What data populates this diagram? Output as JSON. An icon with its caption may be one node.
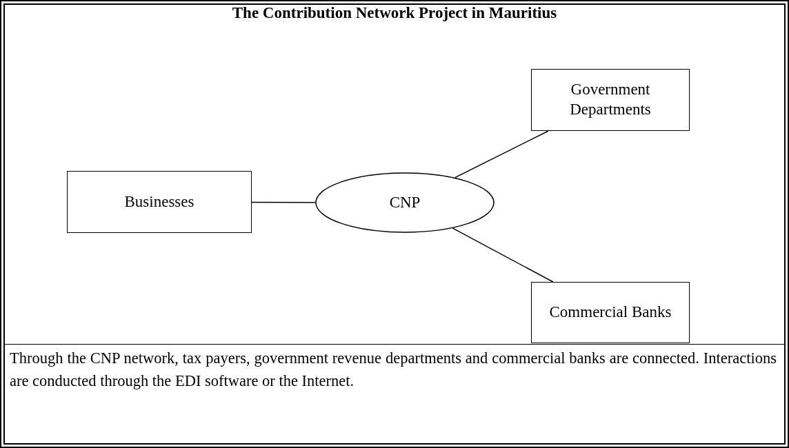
{
  "diagram": {
    "title": "The Contribution Network Project in Mauritius",
    "nodes": [
      {
        "text": [
          "Businesses"
        ]
      },
      {
        "text": [
          "CNP"
        ]
      },
      {
        "text": [
          "Government Departments"
        ]
      },
      {
        "text": [
          "Commercial Banks"
        ]
      }
    ],
    "edges": [
      {
        "from": 0,
        "to": 1,
        "arrow": "none"
      },
      {
        "from": 1,
        "to": 2,
        "arrow": "none"
      },
      {
        "from": 1,
        "to": 3,
        "arrow": "none"
      }
    ],
    "caption": "Through the CNP network, tax payers, government revenue departments and commercial banks are connected. Interactions are conducted through the EDI software or the Internet."
  }
}
